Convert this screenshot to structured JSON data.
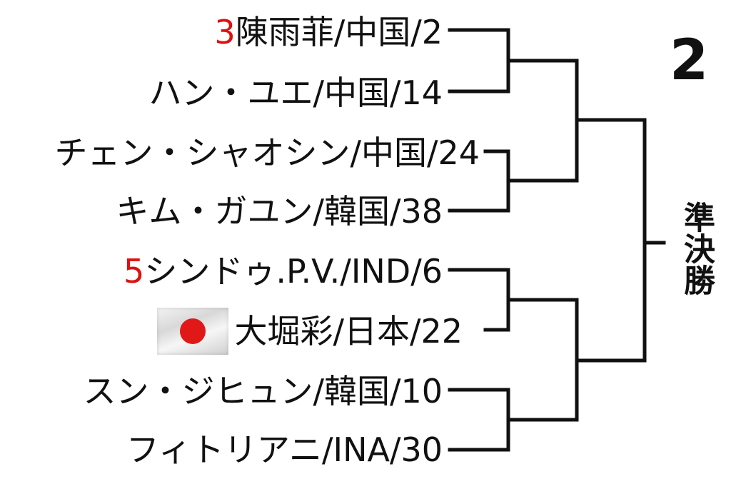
{
  "block_number": "2",
  "round_label": "準決勝",
  "players": [
    {
      "seed": "3",
      "name": "陳雨菲",
      "country": "中国",
      "position": "2",
      "flag": ""
    },
    {
      "seed": "",
      "name": "ハン・ユエ",
      "country": "中国",
      "position": "14",
      "flag": ""
    },
    {
      "seed": "",
      "name": "チェン・シャオシン",
      "country": "中国",
      "position": "24",
      "flag": ""
    },
    {
      "seed": "",
      "name": "キム・ガユン",
      "country": "韓国",
      "position": "38",
      "flag": ""
    },
    {
      "seed": "5",
      "name": "シンドゥ.P.V.",
      "country": "IND",
      "position": "6",
      "flag": ""
    },
    {
      "seed": "",
      "name": "大堀彩",
      "country": "日本",
      "position": "22",
      "flag": "japan-flag"
    },
    {
      "seed": "",
      "name": "スン・ジヒュン",
      "country": "韓国",
      "position": "10",
      "flag": ""
    },
    {
      "seed": "",
      "name": "フィトリアニ",
      "country": "INA",
      "position": "30",
      "flag": ""
    }
  ],
  "separator": "/",
  "colors": {
    "seed": "#e01010",
    "text": "#111111",
    "line": "#111111",
    "flag_red": "#e01818"
  }
}
